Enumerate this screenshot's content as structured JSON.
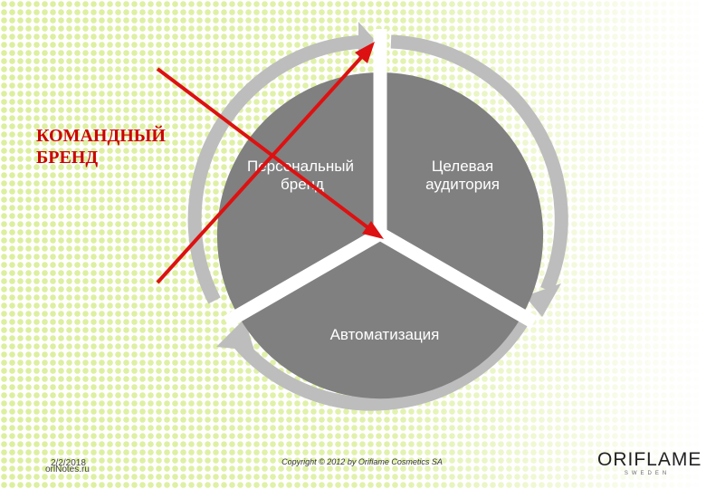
{
  "slide": {
    "title_line1": "КОМАНДНЫЙ",
    "title_line2": "БРЕНД",
    "segments": {
      "personal_line1": "Персональный",
      "personal_line2": "бренд",
      "audience_line1": "Целевая",
      "audience_line2": "аудитория",
      "automation": "Автоматизация"
    },
    "footer": {
      "date": "2/2/2018",
      "site": "orlNotes.ru",
      "copyright": "Copyright © 2012 by Oriflame Cosmetics SA"
    },
    "logo": {
      "word": "ORIFLAME",
      "sub": "SWEDEN"
    }
  },
  "colors": {
    "segment_fill": "#808080",
    "arrow_ring": "#bdbdbd",
    "title": "#cc0000",
    "cross": "#dd1111",
    "dots": "#dcef9e"
  }
}
